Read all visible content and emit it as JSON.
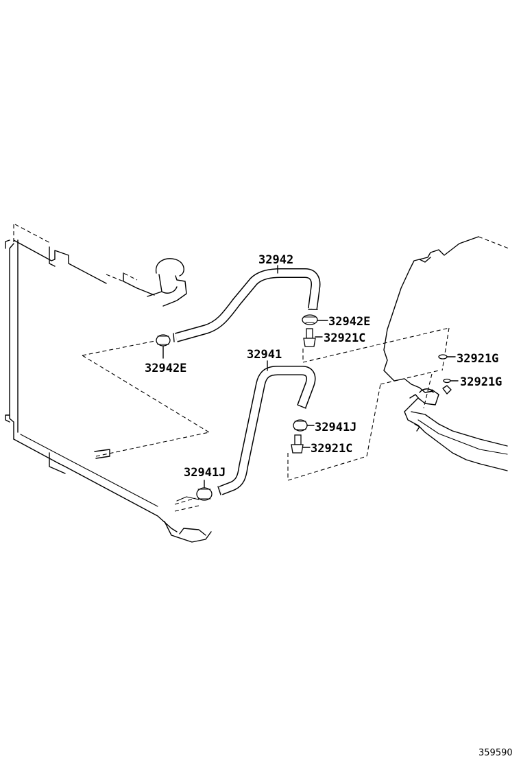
{
  "labels": {
    "hose_upper": "32942",
    "clamp_upper_right": "32942E",
    "union_upper": "32921C",
    "clamp_upper_left": "32942E",
    "hose_lower": "32941",
    "gasket_upper": "32921G",
    "gasket_lower": "32921G",
    "clamp_lower_right": "32941J",
    "union_lower": "32921C",
    "clamp_lower_left": "32941J"
  },
  "reference_number": "359590"
}
